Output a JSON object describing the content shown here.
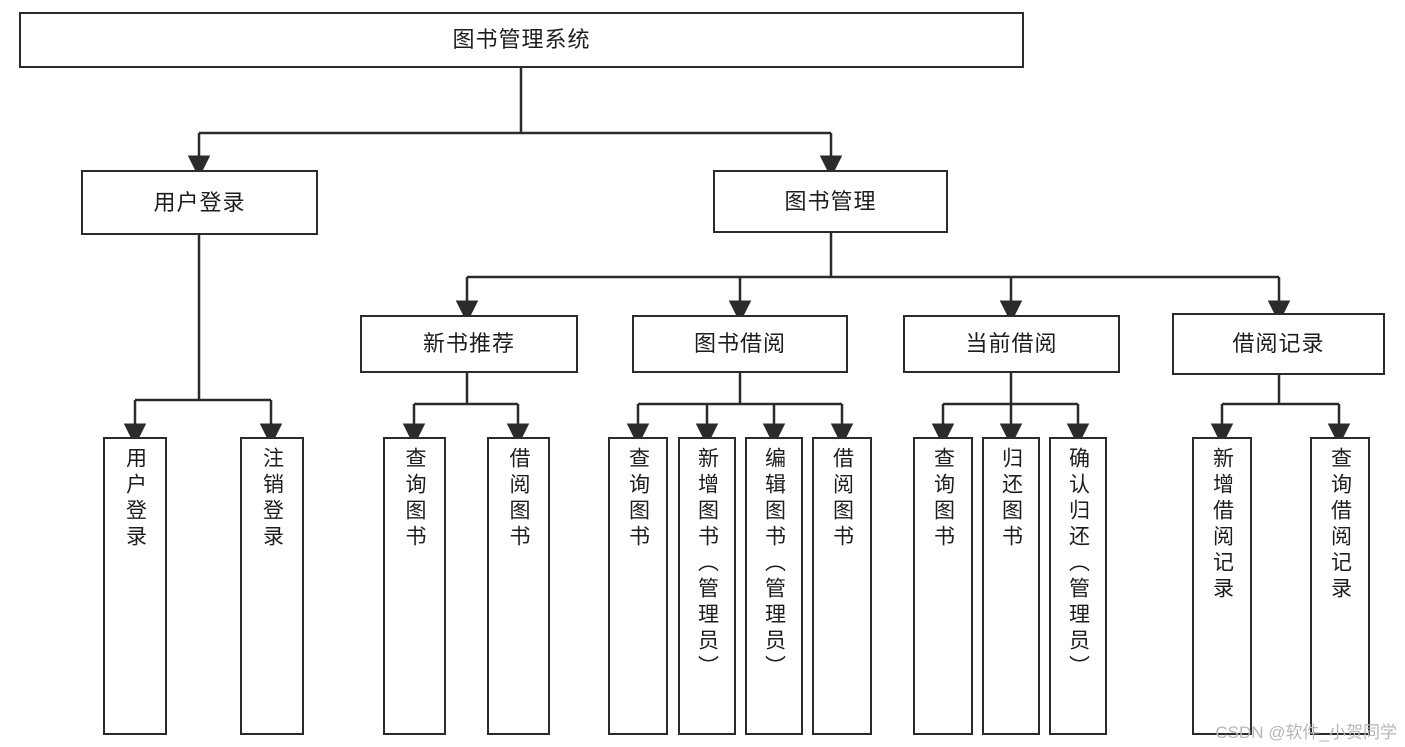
{
  "diagram": {
    "title": "图书管理系统",
    "type": "tree-hierarchy-diagram",
    "orientation": "top-down",
    "colors": {
      "node_border": "#2b2b2b",
      "node_fill": "#ffffff",
      "edge": "#2b2b2b",
      "text": "#1d1d1d",
      "watermark": "#b7b7b7",
      "background": "#ffffff"
    },
    "root": {
      "label": "图书管理系统"
    },
    "level2": [
      {
        "label": "用户登录"
      },
      {
        "label": "图书管理"
      }
    ],
    "level3": [
      {
        "label": "新书推荐"
      },
      {
        "label": "图书借阅"
      },
      {
        "label": "当前借阅"
      },
      {
        "label": "借阅记录"
      }
    ],
    "leaves": {
      "user_login": [
        {
          "label": "用户登录"
        },
        {
          "label": "注销登录"
        }
      ],
      "new_book_recommend": [
        {
          "label": "查询图书"
        },
        {
          "label": "借阅图书"
        }
      ],
      "book_borrow": [
        {
          "label": "查询图书"
        },
        {
          "label": "新增图书（管理员）"
        },
        {
          "label": "编辑图书（管理员）"
        },
        {
          "label": "借阅图书"
        }
      ],
      "current_borrow": [
        {
          "label": "查询图书"
        },
        {
          "label": "归还图书"
        },
        {
          "label": "确认归还（管理员）"
        }
      ],
      "borrow_record": [
        {
          "label": "新增借阅记录"
        },
        {
          "label": "查询借阅记录"
        }
      ]
    }
  },
  "watermark": {
    "text": "CSDN @软件_小贺同学"
  }
}
